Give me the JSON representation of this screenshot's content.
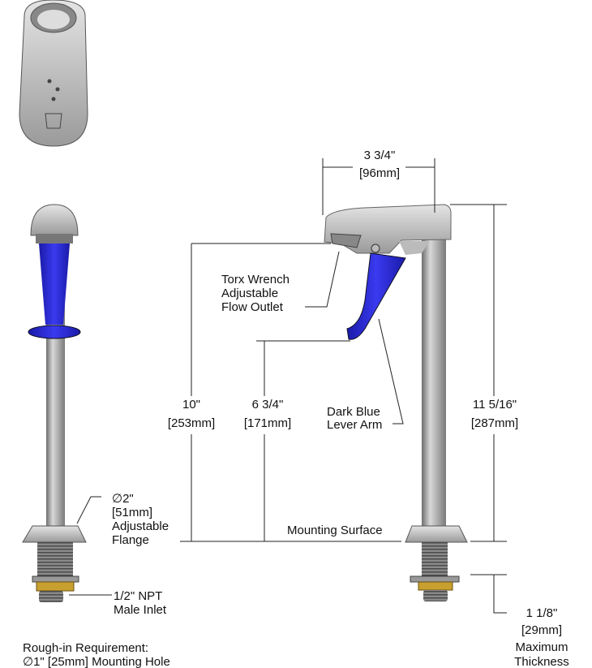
{
  "dimensions": {
    "width": {
      "imperial": "3 3/4\"",
      "metric": "[96mm]"
    },
    "outlet_height": {
      "imperial": "10\"",
      "metric": "[253mm]"
    },
    "lever_height": {
      "imperial": "6 3/4\"",
      "metric": "[171mm]"
    },
    "total_height": {
      "imperial": "11 5/16\"",
      "metric": "[287mm]"
    },
    "max_thickness": {
      "imperial": "1 1/8\"",
      "metric": "[29mm]",
      "line1": "Maximum",
      "line2": "Thickness"
    }
  },
  "callouts": {
    "outlet": [
      "Torx Wrench",
      "Adjustable",
      "Flow Outlet"
    ],
    "lever": [
      "Dark Blue",
      "Lever Arm"
    ],
    "flange": [
      "∅2\"",
      "[51mm]",
      "Adjustable",
      "Flange"
    ],
    "inlet": [
      "1/2\" NPT",
      "Male Inlet"
    ],
    "mounting_surface": "Mounting Surface"
  },
  "notes": {
    "rough_in": [
      "Rough-in Requirement:",
      "∅1\" [25mm] Mounting Hole"
    ]
  },
  "colors": {
    "lever": "#2a2ad0",
    "body": "#c4c4c4",
    "nut": "#c8a030"
  }
}
